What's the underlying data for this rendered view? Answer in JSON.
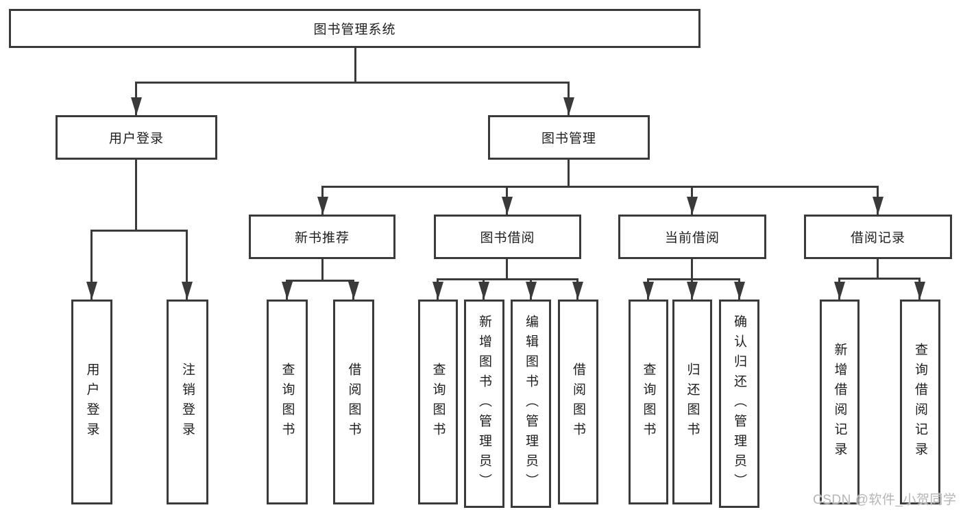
{
  "title": "图书管理系统",
  "colors": {
    "line": "#3a3a3a",
    "box_border": "#3a3a3a",
    "text": "#1e1e1e",
    "background": "#ffffff",
    "watermark": "#b5b5b5"
  },
  "nodes": {
    "root": "图书管理系统",
    "user_login": "用户登录",
    "book_management": "图书管理",
    "new_book_recommendation": "新书推荐",
    "book_borrowing": "图书借阅",
    "current_borrowing": "当前借阅",
    "borrowing_records": "借阅记录"
  },
  "leaves": [
    {
      "label": "用户登录"
    },
    {
      "label": "注销登录"
    },
    {
      "label": "查询图书"
    },
    {
      "label": "借阅图书"
    },
    {
      "label": "查询图书"
    },
    {
      "label": "新增图书（管理员）"
    },
    {
      "label": "编辑图书（管理员）"
    },
    {
      "label": "借阅图书"
    },
    {
      "label": "查询图书"
    },
    {
      "label": "归还图书"
    },
    {
      "label": "确认归还（管理员）"
    },
    {
      "label": "新增借阅记录"
    },
    {
      "label": "查询借阅记录"
    }
  ],
  "hierarchy": {
    "图书管理系统": [
      "用户登录",
      "图书管理"
    ],
    "用户登录": [
      "用户登录",
      "注销登录"
    ],
    "图书管理": [
      "新书推荐",
      "图书借阅",
      "当前借阅",
      "借阅记录"
    ],
    "新书推荐": [
      "查询图书",
      "借阅图书"
    ],
    "图书借阅": [
      "查询图书",
      "新增图书（管理员）",
      "编辑图书（管理员）",
      "借阅图书"
    ],
    "当前借阅": [
      "查询图书",
      "归还图书",
      "确认归还（管理员）"
    ],
    "借阅记录": [
      "新增借阅记录",
      "查询借阅记录"
    ]
  },
  "watermark": {
    "text": "CSDN @软件_小贺同学"
  }
}
